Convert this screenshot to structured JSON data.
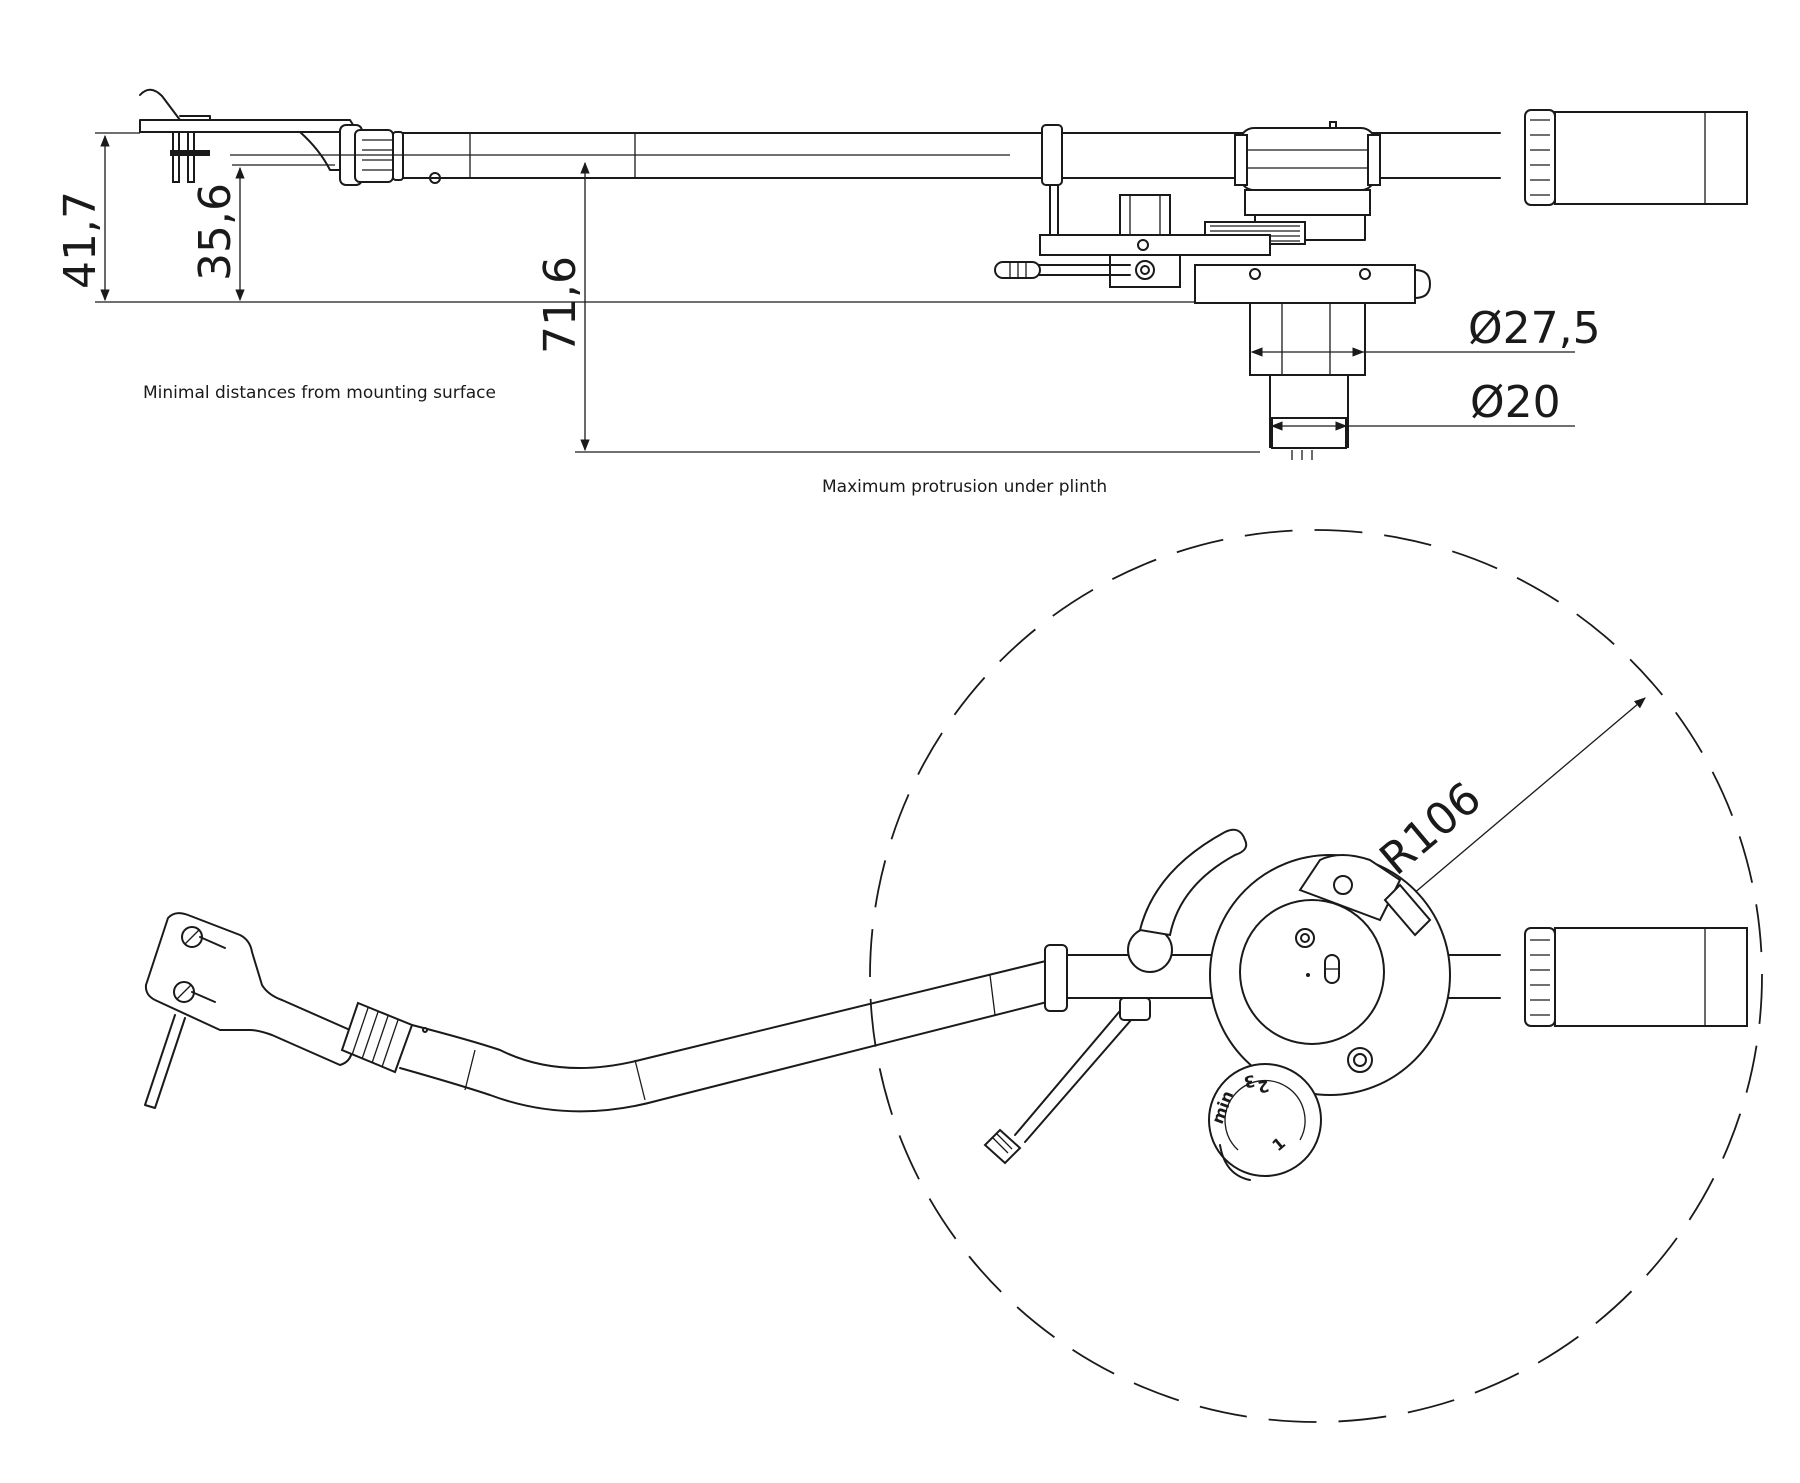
{
  "dimensions": {
    "height_total": "41,7",
    "height_arm": "35,6",
    "protrusion": "71,6",
    "dia_base": "Ø27,5",
    "dia_shaft": "Ø20",
    "radius": "R106"
  },
  "notes": {
    "min_distance": "Minimal distances from mounting surface",
    "max_protrusion": "Maximum protrusion under plinth"
  },
  "dial": {
    "label_min": "min",
    "mark_1": "1",
    "mark_2": "2",
    "mark_3": "3"
  }
}
